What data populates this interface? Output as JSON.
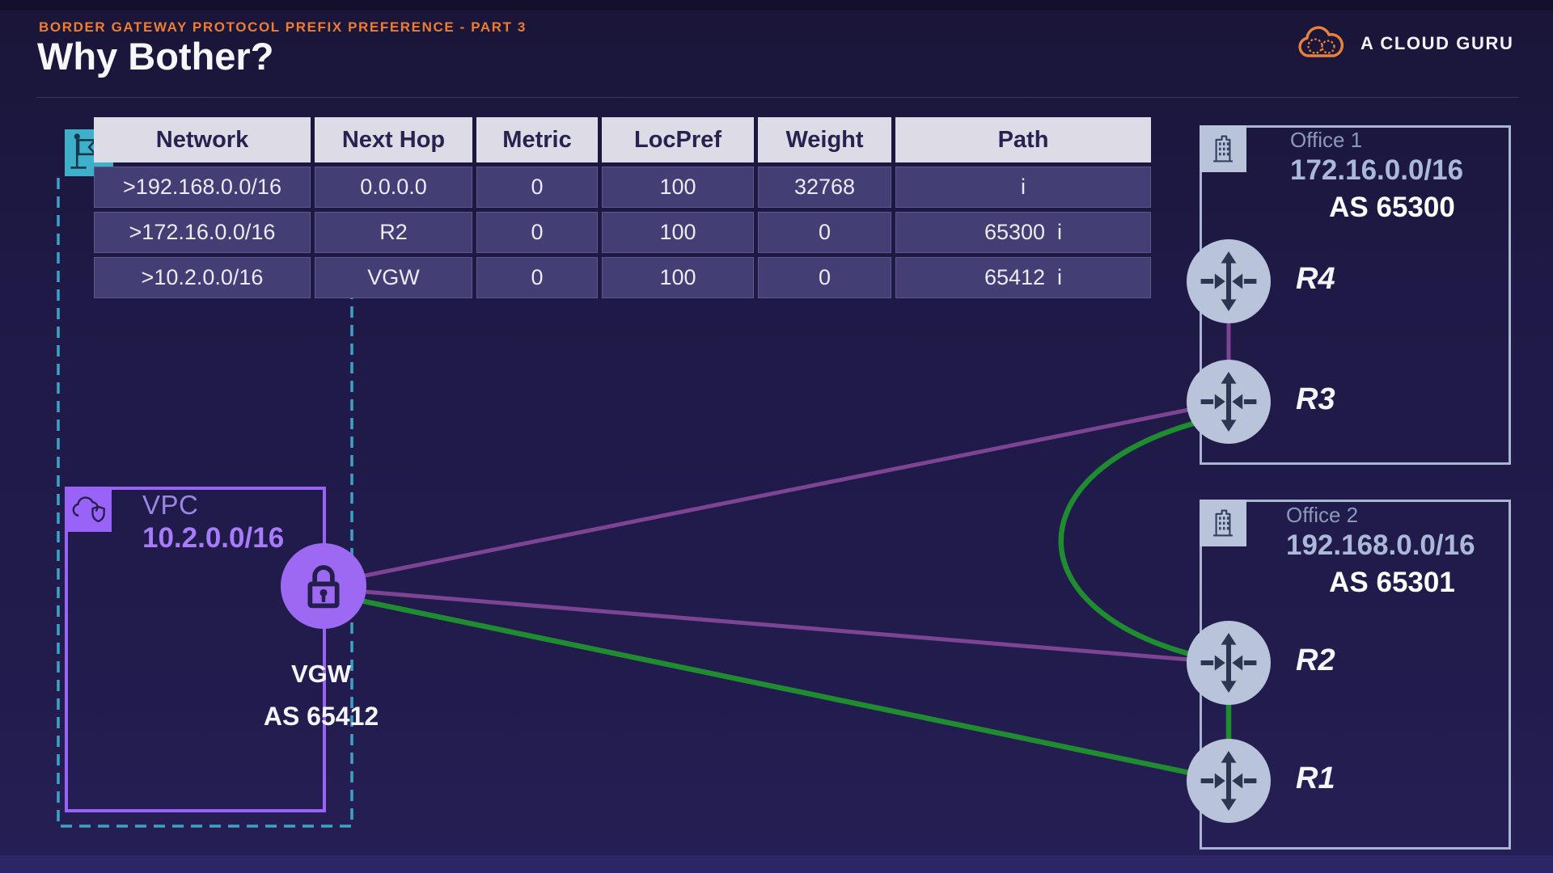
{
  "header": {
    "eyebrow": "BORDER GATEWAY PROTOCOL PREFIX PREFERENCE - PART 3",
    "title": "Why Bother?",
    "brand": "A CLOUD GURU"
  },
  "colors": {
    "accent_orange": "#ed7d33",
    "table_header_bg": "#dcdbe6",
    "table_row_bg": "#433e73",
    "vpc_purple": "#9a63f7",
    "teal_dashed": "#3da3c6",
    "link_purple": "#7e4494",
    "link_green": "#1f8c2f",
    "router_fill": "#b9c4da"
  },
  "route_table": {
    "columns": [
      "Network",
      "Next Hop",
      "Metric",
      "LocPref",
      "Weight",
      "Path"
    ],
    "rows": [
      [
        ">192.168.0.0/16",
        "0.0.0.0",
        "0",
        "100",
        "32768",
        "i"
      ],
      [
        ">172.16.0.0/16",
        "R2",
        "0",
        "100",
        "0",
        "65300  i"
      ],
      [
        ">10.2.0.0/16",
        "VGW",
        "0",
        "100",
        "0",
        "65412  i"
      ]
    ]
  },
  "vpc": {
    "label": "VPC",
    "cidr": "10.2.0.0/16",
    "gateway_label": "VGW",
    "asn": "AS 65412"
  },
  "office1": {
    "name": "Office 1",
    "cidr": "172.16.0.0/16",
    "asn": "AS 65300",
    "routers": [
      "R4",
      "R3"
    ]
  },
  "office2": {
    "name": "Office 2",
    "cidr": "192.168.0.0/16",
    "asn": "AS 65301",
    "routers": [
      "R2",
      "R1"
    ]
  },
  "icons": {
    "brand": "cloud-icon",
    "route_table": "flag-icon",
    "vpc": "cloud-shield-icon",
    "gateway": "lock-icon",
    "office": "building-icon",
    "router": "router-arrows-icon"
  }
}
